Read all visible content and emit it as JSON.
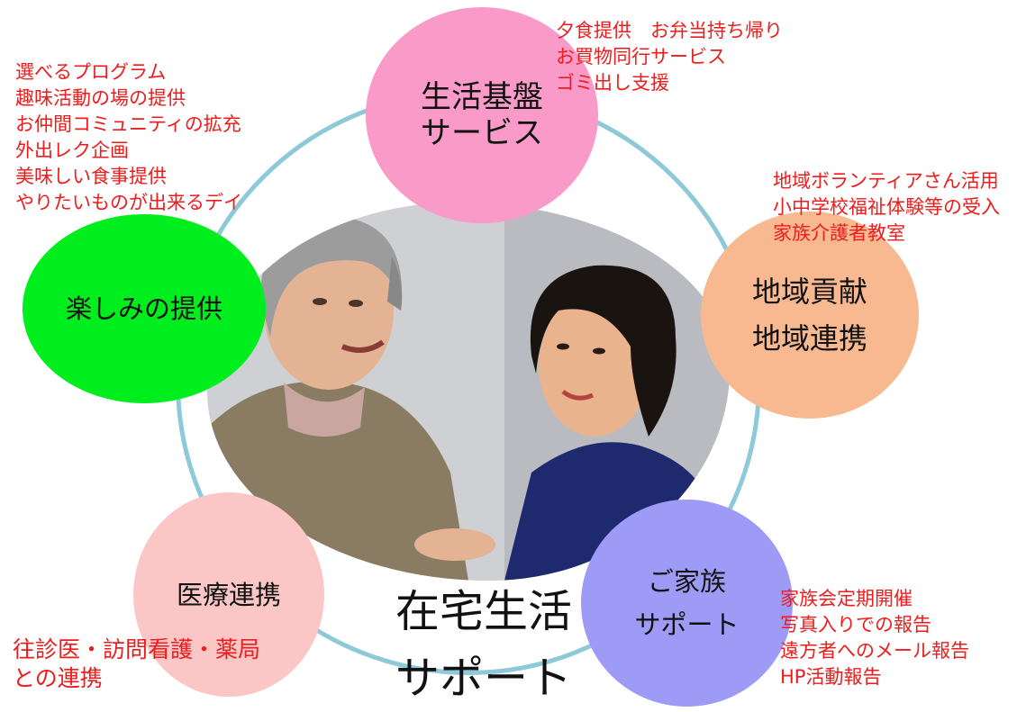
{
  "center": {
    "line1": "在宅生活",
    "line2": "サポート"
  },
  "nodes": {
    "seikatsu": {
      "line1": "生活基盤",
      "line2": "サービス",
      "color": "#f99ac9"
    },
    "tanoshimi": {
      "line1": "楽しみの提供",
      "color": "#00ee1e"
    },
    "chiiki": {
      "line1": "地域貢献",
      "line2": "地域連携",
      "color": "#f8b991"
    },
    "iryo": {
      "line1": "医療連携",
      "color": "#fbc6c6"
    },
    "kazoku": {
      "line1": "ご家族",
      "line2": "サポート",
      "color": "#9e9bf6"
    }
  },
  "lists": {
    "seikatsu": [
      "夕食提供　お弁当持ち帰り",
      "お買物同行サービス",
      "ゴミ出し支援"
    ],
    "tanoshimi": [
      "選べるプログラム",
      "趣味活動の場の提供",
      "お仲間コミュニティの拡充",
      "外出レク企画",
      "美味しい食事提供",
      "やりたいものが出来るデイ"
    ],
    "chiiki": [
      "地域ボランティアさん活用",
      "小中学校福祉体験等の受入",
      "家族介護者教室"
    ],
    "kazoku": [
      "家族会定期開催",
      "写真入りでの報告",
      "遠方者へのメール報告",
      "HP活動報告"
    ],
    "iryo": [
      "往診医・訪問看護・薬局",
      "との連携"
    ]
  },
  "colors": {
    "ring": "#8ec9d9",
    "list_text": "#ee1c1c"
  }
}
